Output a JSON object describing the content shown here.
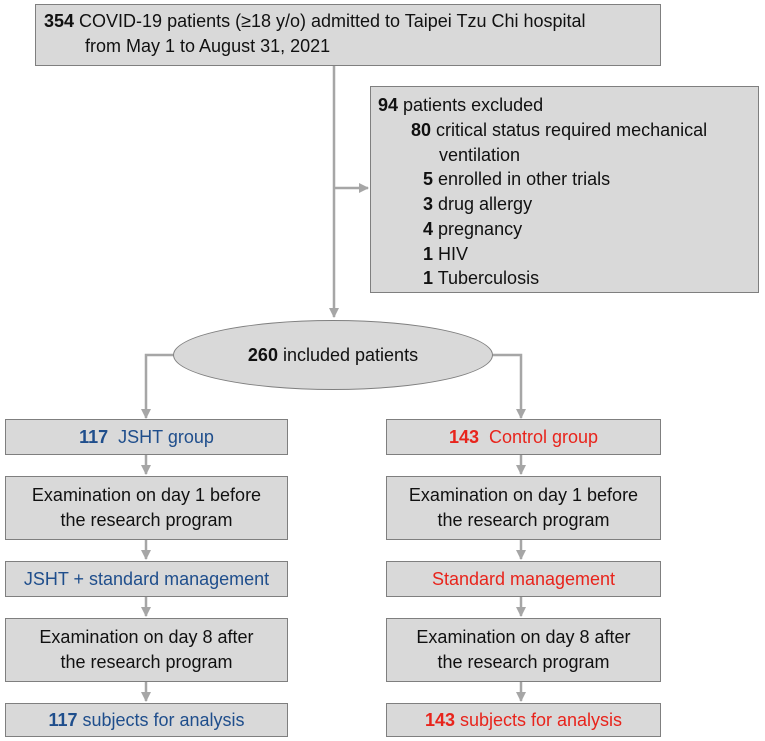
{
  "top_box": {
    "count": "354",
    "line1_rest": " COVID-19 patients (≥18 y/o) admitted to Taipei Tzu Chi hospital",
    "line2": "from May 1 to August 31, 2021"
  },
  "excluded": {
    "count": "94",
    "label": " patients excluded",
    "items": [
      {
        "count": "80",
        "text": " critical status required mechanical",
        "cont": "ventilation"
      },
      {
        "count": "5",
        "text": " enrolled in other trials"
      },
      {
        "count": "3",
        "text": " drug allergy"
      },
      {
        "count": "4",
        "text": " pregnancy"
      },
      {
        "count": "1",
        "text": " HIV"
      },
      {
        "count": "1",
        "text": " Tuberculosis"
      }
    ]
  },
  "included": {
    "count": "260",
    "label": " included patients"
  },
  "left_arm": {
    "group_count": "117",
    "group_label": "  JSHT group",
    "exam1": [
      "Examination on day 1 before",
      "the research program"
    ],
    "treatment": "JSHT + standard management",
    "exam8": [
      "Examination on day 8 after",
      "the research program"
    ],
    "final_count": "117",
    "final_label": " subjects for analysis"
  },
  "right_arm": {
    "group_count": "143",
    "group_label": "  Control group",
    "exam1": [
      "Examination on day 1 before",
      "the research program"
    ],
    "treatment": "Standard management",
    "exam8": [
      "Examination on day 8 after",
      "the research program"
    ],
    "final_count": "143",
    "final_label": " subjects for analysis"
  },
  "colors": {
    "box_fill": "#d9d9d9",
    "box_border": "#7f7f7f",
    "arrow": "#a6a6a6",
    "jsht_blue": "#1f4e8c",
    "control_red": "#e8241c"
  }
}
